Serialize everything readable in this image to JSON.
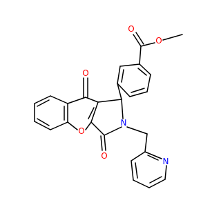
{
  "molecule": {
    "atoms": [
      {
        "symbol": "O",
        "color": "#ff0000"
      },
      {
        "symbol": "O",
        "color": "#ff0000"
      },
      {
        "symbol": "O",
        "color": "#ff0000"
      },
      {
        "symbol": "O",
        "color": "#ff0000"
      },
      {
        "symbol": "O",
        "color": "#ff0000"
      },
      {
        "symbol": "N",
        "color": "#0000ff"
      },
      {
        "symbol": "N",
        "color": "#0000ff"
      }
    ]
  }
}
